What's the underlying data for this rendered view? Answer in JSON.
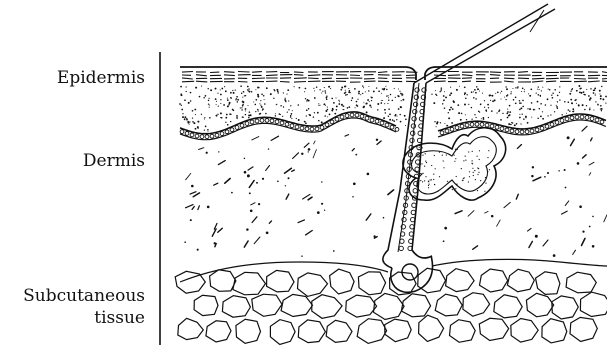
{
  "labels": {
    "epidermis": "Epidermis",
    "dermis": "Dermis",
    "subcutaneous_line1": "Subcutaneous",
    "subcutaneous_line2": "tissue"
  },
  "colors": {
    "ink": "#111111",
    "background": "#ffffff"
  }
}
